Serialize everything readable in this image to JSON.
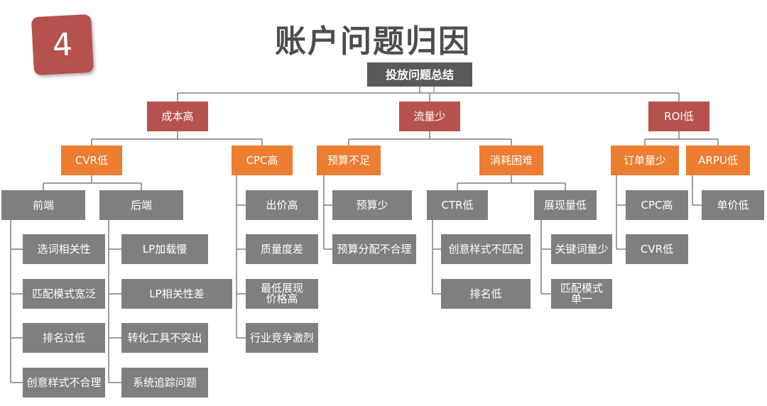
{
  "slide": {
    "badge": "4",
    "title": "账户问题归因"
  },
  "colors": {
    "root": "#595959",
    "level1": "#b5524e",
    "level2": "#ed7d31",
    "leaf": "#7f7f7f",
    "line": "#7f7f7f",
    "accent_line": "#8cc152"
  },
  "tree": {
    "id": "root",
    "label": "投放问题总结",
    "children": [
      {
        "id": "cost-high",
        "label": "成本高",
        "children": [
          {
            "id": "cvr-low",
            "label": "CVR低",
            "children": [
              {
                "id": "frontend",
                "label": "前端",
                "children": [
                  {
                    "id": "keyword-relevance",
                    "label": "选词相关性"
                  },
                  {
                    "id": "match-broad",
                    "label": "匹配模式宽泛"
                  },
                  {
                    "id": "rank-too-low",
                    "label": "排名过低"
                  },
                  {
                    "id": "creative-unreasonable",
                    "label": "创意样式不合理"
                  }
                ]
              },
              {
                "id": "backend",
                "label": "后端",
                "children": [
                  {
                    "id": "lp-slow",
                    "label": "LP加载慢"
                  },
                  {
                    "id": "lp-relevance",
                    "label": "LP相关性差"
                  },
                  {
                    "id": "conversion-tool",
                    "label": "转化工具不突出"
                  },
                  {
                    "id": "tracking-issue",
                    "label": "系统追踪问题"
                  }
                ]
              }
            ]
          },
          {
            "id": "cpc-high",
            "label": "CPC高",
            "children": [
              {
                "id": "bid-high",
                "label": "出价高"
              },
              {
                "id": "quality-poor",
                "label": "质量度差"
              },
              {
                "id": "min-price-high",
                "label": "最低展现\n价格高"
              },
              {
                "id": "competition",
                "label": "行业竞争激烈"
              }
            ]
          }
        ]
      },
      {
        "id": "traffic-low",
        "label": "流量少",
        "children": [
          {
            "id": "budget-short",
            "label": "预算不足",
            "children": [
              {
                "id": "budget-small",
                "label": "预算少"
              },
              {
                "id": "budget-allocation",
                "label": "预算分配不合理"
              }
            ]
          },
          {
            "id": "spend-hard",
            "label": "消耗困难",
            "children": [
              {
                "id": "ctr-low",
                "label": "CTR低",
                "children": [
                  {
                    "id": "creative-mismatch",
                    "label": "创意样式不匹配"
                  },
                  {
                    "id": "rank-low",
                    "label": "排名低"
                  }
                ]
              },
              {
                "id": "impressions-low",
                "label": "展现量低",
                "children": [
                  {
                    "id": "keywords-few",
                    "label": "关键词量少"
                  },
                  {
                    "id": "match-single",
                    "label": "匹配模式\n单一"
                  }
                ]
              }
            ]
          }
        ]
      },
      {
        "id": "roi-low",
        "label": "ROI低",
        "children": [
          {
            "id": "orders-few",
            "label": "订单量少",
            "children": [
              {
                "id": "cpc-high-2",
                "label": "CPC高"
              },
              {
                "id": "cvr-low-2",
                "label": "CVR低"
              }
            ]
          },
          {
            "id": "arpu-low",
            "label": "ARPU低",
            "children": [
              {
                "id": "unit-price-low",
                "label": "单价低"
              }
            ]
          }
        ]
      }
    ]
  }
}
